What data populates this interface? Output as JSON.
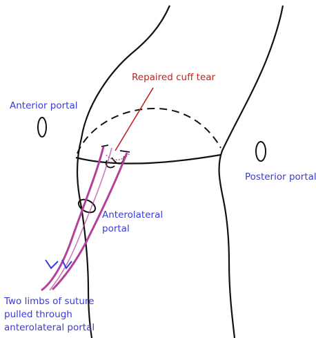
{
  "diagram": {
    "labels": {
      "repaired_cuff_tear": "Repaired cuff tear",
      "anterior_portal": "Anterior portal",
      "posterior_portal": "Posterior portal",
      "anterolateral_line1": "Anterolateral",
      "anterolateral_line2": "portal",
      "limbs_line1": "Two limbs of suture",
      "limbs_line2": "pulled through",
      "limbs_line3": "anterolateral portal"
    },
    "colors": {
      "outline": "#111111",
      "suture": "#b4409a",
      "label_blue": "#3a3ad8",
      "label_red": "#c02020"
    }
  }
}
